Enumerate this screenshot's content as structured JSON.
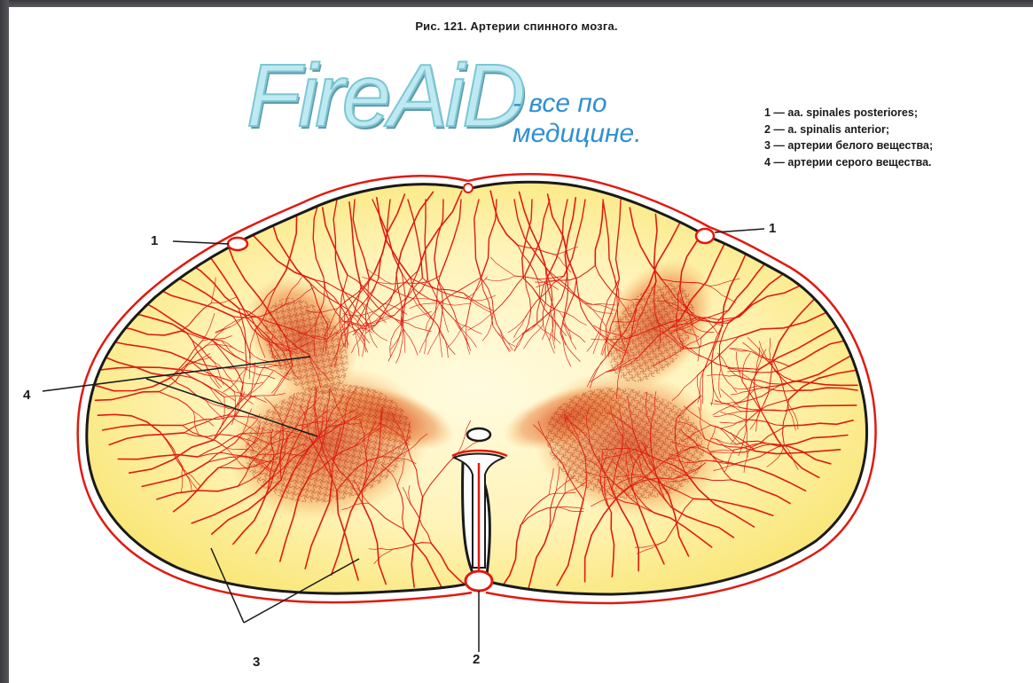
{
  "caption": "Рис. 121. Артерии спинного мозга.",
  "watermark": {
    "logo_text": "FireAiD",
    "tagline_line1": "- все по",
    "tagline_line2": "медицине."
  },
  "legend": [
    {
      "text": "1 — aa. spinales posteriores;"
    },
    {
      "text": "2 — a. spinalis anterior;"
    },
    {
      "text": "3 — артерии белого вещества;"
    },
    {
      "text": "4 — артерии серого вещества."
    }
  ],
  "callouts": {
    "posterior_left": "1",
    "posterior_right": "1",
    "anterior": "2",
    "white_matter": "3",
    "grey_matter": "4"
  },
  "colors": {
    "tissue_center": "#fff8cf",
    "tissue_edge": "#f8e46a",
    "artery": "#e01a10",
    "outline": "#1a1a1a",
    "grey_matter": "#c2320e",
    "watermark_logo": "#bfe9f1",
    "watermark_tagline": "#2f8fd3"
  }
}
